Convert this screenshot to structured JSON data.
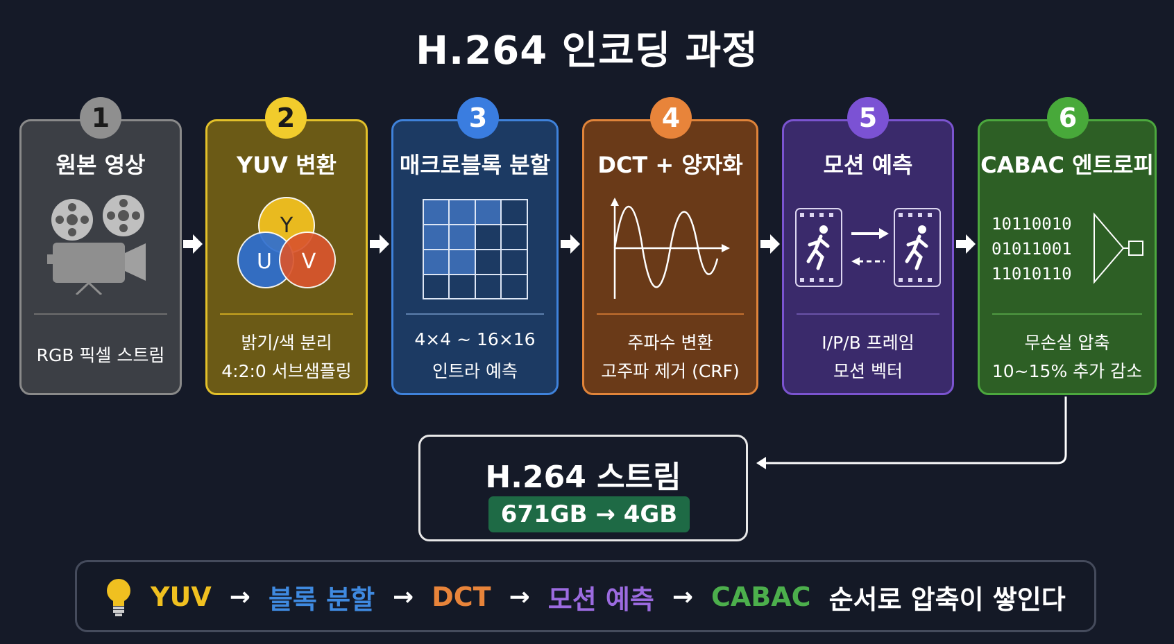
{
  "title": "H.264 인코딩 과정",
  "steps": [
    {
      "num": "1",
      "title": "원본 영상",
      "lines": [
        "RGB 픽셀 스트림"
      ],
      "color": "#8a8a8a",
      "bg": "#3c3f45",
      "badge_bg": "#8f8f8f",
      "badge_fg": "#1a1a1a",
      "icon": "film-camera-icon"
    },
    {
      "num": "2",
      "title": "YUV 변환",
      "lines": [
        "밝기/색 분리",
        "4:2:0 서브샘플링"
      ],
      "color": "#e3c12a",
      "bg": "#6b5a16",
      "badge_bg": "#f1cc2c",
      "badge_fg": "#1a1a1a",
      "icon": "yuv-venn-icon",
      "venn": [
        "Y",
        "U",
        "V"
      ]
    },
    {
      "num": "3",
      "title": "매크로블록 분할",
      "lines": [
        "4×4 ~ 16×16",
        "인트라 예측"
      ],
      "color": "#3f82db",
      "bg": "#1c3a63",
      "badge_bg": "#3a7de0",
      "badge_fg": "#ffffff",
      "icon": "grid-icon"
    },
    {
      "num": "4",
      "title": "DCT + 양자화",
      "lines": [
        "주파수 변환",
        "고주파 제거 (CRF)"
      ],
      "color": "#e0843a",
      "bg": "#6a3a18",
      "badge_bg": "#e8843a",
      "badge_fg": "#ffffff",
      "icon": "waveform-icon"
    },
    {
      "num": "5",
      "title": "모션 예측",
      "lines": [
        "I/P/B 프레임",
        "모션 벡터"
      ],
      "color": "#7b54d0",
      "bg": "#3a2a6b",
      "badge_bg": "#7b52d4",
      "badge_fg": "#ffffff",
      "icon": "motion-frames-icon"
    },
    {
      "num": "6",
      "title": "CABAC 엔트로피",
      "lines": [
        "무손실 압축",
        "10~15% 추가 감소"
      ],
      "color": "#4ca83e",
      "bg": "#2d5f25",
      "badge_bg": "#48a93a",
      "badge_fg": "#ffffff",
      "icon": "binary-encoder-icon",
      "bits": [
        "10110010",
        "01011001",
        "11010110"
      ]
    }
  ],
  "output": {
    "title": "H.264 스트림",
    "size": "671GB → 4GB"
  },
  "summary": {
    "icon": "lightbulb-icon",
    "items": [
      {
        "text": "YUV",
        "color": "#f0c020"
      },
      {
        "text": "블록 분할",
        "color": "#3f8ae0"
      },
      {
        "text": "DCT",
        "color": "#e8843a"
      },
      {
        "text": "모션 예측",
        "color": "#9c6be0"
      },
      {
        "text": "CABAC",
        "color": "#4caf4c"
      }
    ],
    "arrow": "→",
    "tail": "순서로 압축이 쌓인다"
  }
}
